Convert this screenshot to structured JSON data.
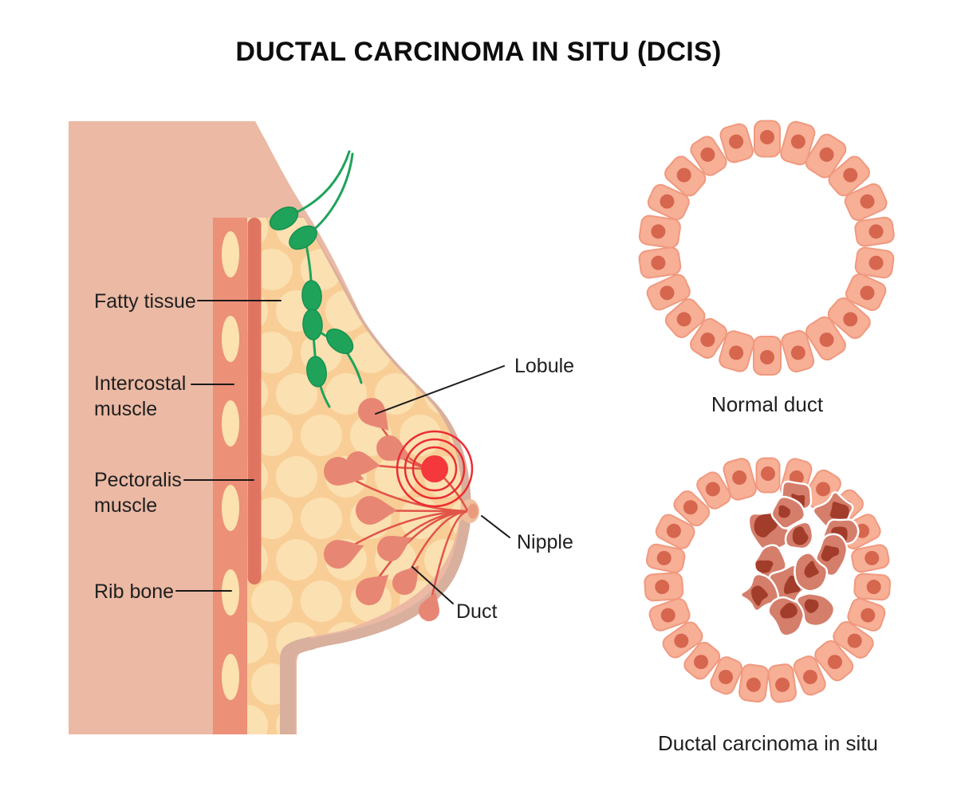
{
  "title": "DUCTAL CARCINOMA IN SITU (DCIS)",
  "anatomy_labels": {
    "fatty_tissue": "Fatty tissue",
    "intercostal_muscle": "Intercostal muscle",
    "pectoralis_muscle": "Pectoralis muscle",
    "rib_bone": "Rib bone",
    "lobule": "Lobule",
    "nipple": "Nipple",
    "duct": "Duct"
  },
  "duct_diagrams": {
    "normal": {
      "label": "Normal duct",
      "cell_count": 22
    },
    "dcis": {
      "label": "Ductal carcinoma in situ",
      "cell_count": 23,
      "tumor_cell_count": 13
    }
  },
  "colors": {
    "background": "#ffffff",
    "title_text": "#0d0d0d",
    "label_text": "#1f1f1f",
    "leader_line": "#1a1a1a",
    "skin": "#EBB9A4",
    "skin_shadow": "#D9AF9D",
    "intercostal_muscle": "#EC9078",
    "rib_bone": "#FBE2AE",
    "pectoralis_muscle": "#DF7560",
    "fat": "#F9CE96",
    "fat_circle": "#FBE0B1",
    "lobule": "#E88674",
    "duct_line": "#E15448",
    "tumor_marker": "#F4383C",
    "marker_ring": "#EB2D32",
    "lymph_node": "#1FA35B",
    "lymph_node_edge": "#159150",
    "duct_cell": "#F7AF96",
    "duct_cell_stroke": "#F0997F",
    "duct_cell_nucleus": "#D6664E",
    "tumor_cell": "#D47E6B",
    "tumor_cell_nucleus": "#A33D2B"
  }
}
